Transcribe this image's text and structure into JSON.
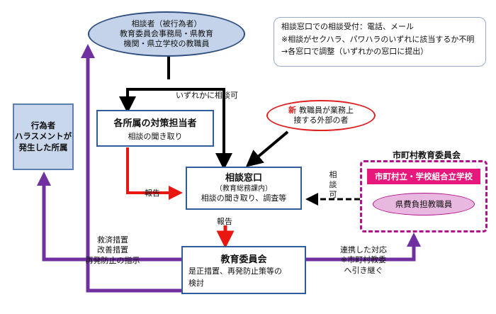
{
  "consultant": {
    "line1": "相談者（被行為者）",
    "line2": "教育委員会事務局・県教育",
    "line3": "機関・県立学校の教職員"
  },
  "actor_office": {
    "line1": "行為者",
    "line2": "ハラスメントが",
    "line3": "発生した所属"
  },
  "note": {
    "line1": "相談窓口での相談受付：電話、メール",
    "line2": "※相談がセクハラ、パワハラのいずれに該当するか不明",
    "line3": "→各窓口で調整（いずれかの窓口に提出）"
  },
  "either_label": "いずれかに相談可",
  "taisaku": {
    "title": "各所属の対策担当者",
    "sub": "相談の聞き取り"
  },
  "outsider": {
    "badge": "新",
    "line1": "教職員が業務上",
    "line2": "接する外部の者"
  },
  "report_label_1": "報告",
  "soudan": {
    "title": "相談窓口",
    "sub1": "（教育総務課内）",
    "sub2": "相談の聞き取り、調査等"
  },
  "consult_ok_label": {
    "c1": "相",
    "c2": "談",
    "c3": "可"
  },
  "report_label_2": "報告",
  "city": {
    "title": "市町村教育委員会",
    "school": "市町村立・学校組合立学校",
    "staff": "県費負担教職員"
  },
  "relief": {
    "line1": "救済措置",
    "line2": "改善措置",
    "line3": "再発防止の指示"
  },
  "kyoiku": {
    "title": "教育委員会",
    "sub1": "是正措置、再発防止策等の",
    "sub2": "検討"
  },
  "coop": {
    "line1": "連携した対応",
    "line2": "※市町村教委",
    "line3": "へ引き継ぐ"
  },
  "colors": {
    "purple": "#7030a0",
    "red": "#e8170f",
    "black": "#000000",
    "box_border": "#2f5d9a",
    "city_magenta": "#b0128a"
  }
}
